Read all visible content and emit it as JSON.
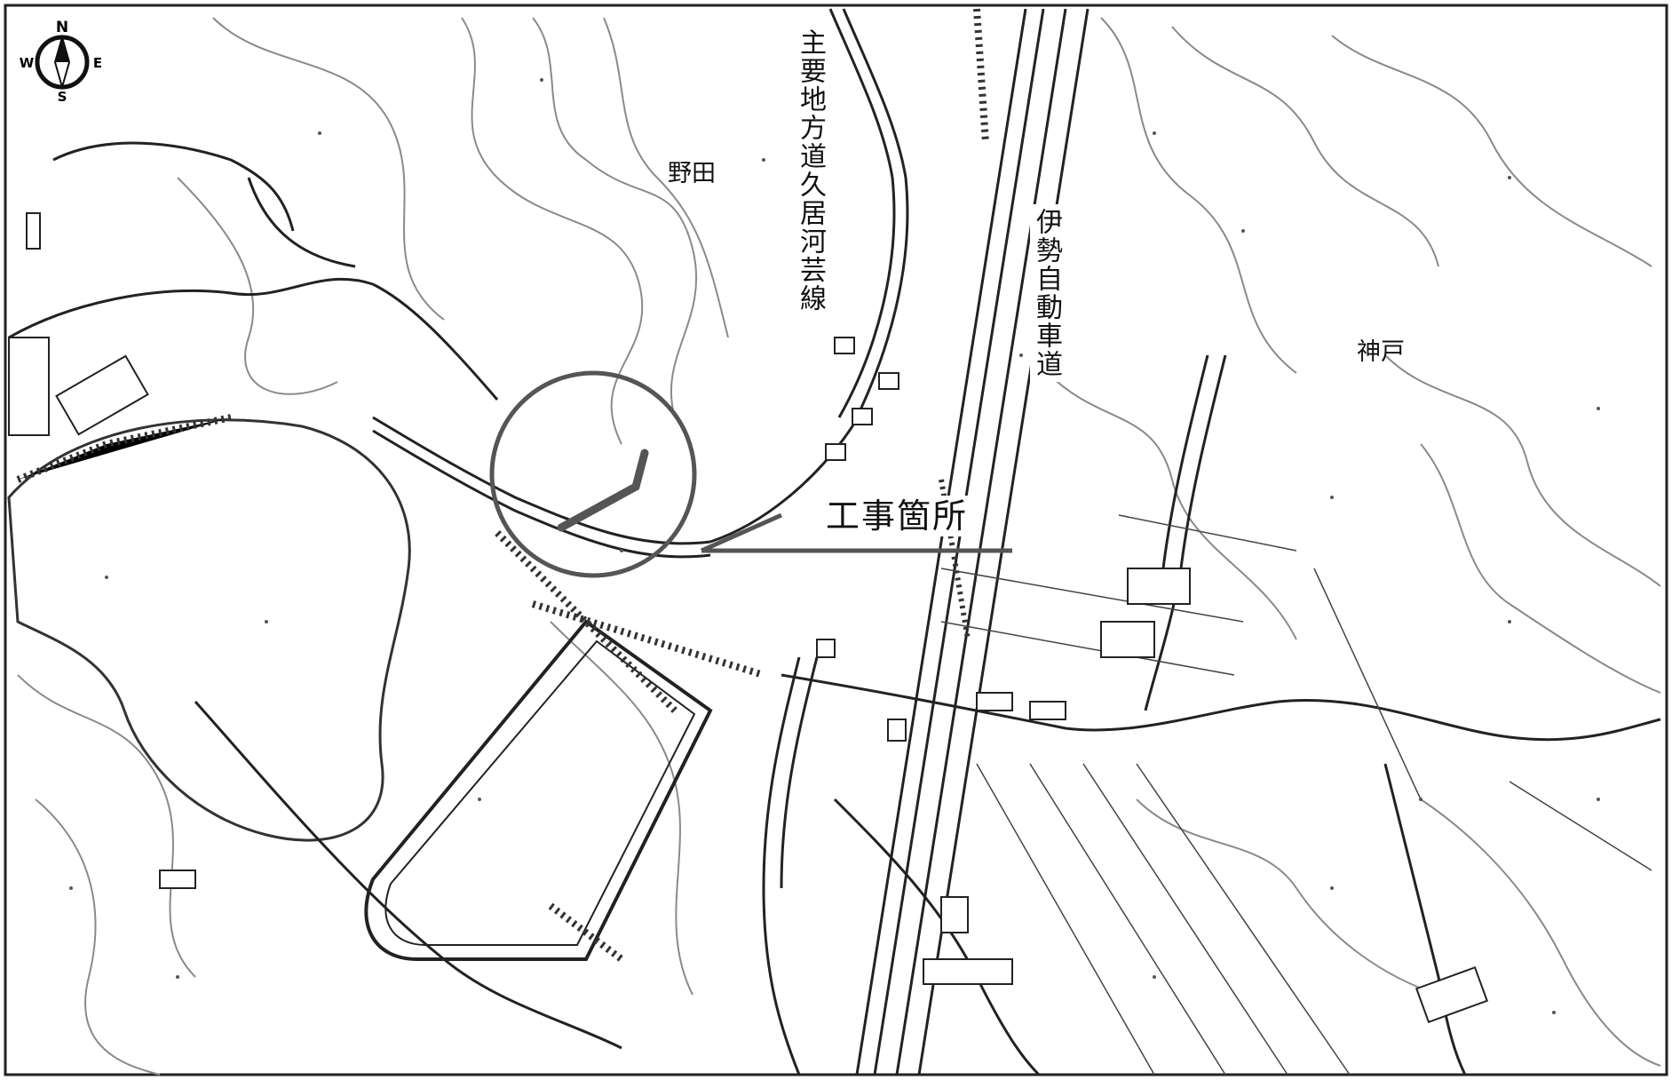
{
  "labels": {
    "area_noda": "野田",
    "area_kobe": "神戸",
    "route_name": "主要地方道久居河芸線",
    "expressway": "伊勢自動車道",
    "construction_site": "工事箇所"
  },
  "compass": {
    "n": "N",
    "s": "S",
    "e": "E",
    "w": "W"
  },
  "colors": {
    "site_marker": "#555555",
    "line": "#222222",
    "contour": "#888888",
    "background": "#ffffff"
  }
}
